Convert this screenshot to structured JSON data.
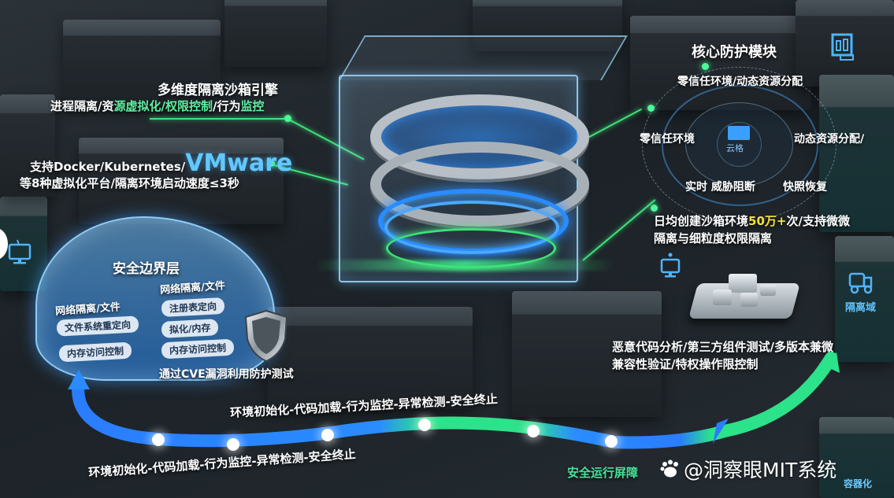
{
  "engine": {
    "title": "多维度隔离沙箱引擎",
    "subtitle_prefix": "进程隔离/资",
    "subtitle_highlight": "源虚拟化/权限控制",
    "subtitle_mid": "/行为",
    "subtitle_highlight2": "监控"
  },
  "platforms": {
    "line1_prefix": "支持Docker/Kubernetes/",
    "line1_brand": "VMware",
    "line2": "等8种虚拟化平台/隔离环境启动速度≤3秒"
  },
  "core_module": {
    "title": "核心防护模块",
    "top": "零信任环境/动态资源分配",
    "left": "零信任环境",
    "right": "动态资源分配/",
    "bottom_left": "实时 威胁阻断",
    "bottom_right": "快照恢复",
    "center_label": "云格"
  },
  "daily_stats": {
    "prefix": "日均创建沙箱环境",
    "highlight": "50万+",
    "suffix": "次/支持微微",
    "line2": "隔离与细粒度权限隔离"
  },
  "security_boundary": {
    "title": "安全边界层",
    "left_heading": "网络隔离/文件",
    "left_items": [
      "文件系统重定向",
      "内存访问控制"
    ],
    "right_heading": "网络隔离/文件",
    "right_items": [
      "注册表定向",
      "拟化/内存",
      "内存访问控制"
    ],
    "cve_note": "通过CVE漏洞利用防护测试"
  },
  "analysis": {
    "line1": "恶意代码分析/第三方组件测试/多版本兼微",
    "line2": "兼容性验证/特权操作限控制"
  },
  "lifecycle": {
    "upper": "环境初始化-代码加载-行为监控-异常检测-安全终止",
    "lower": "环境初始化-代码加载-行为监控-异常检测-安全终止",
    "barrier_label": "安全运行屏障"
  },
  "side_labels": {
    "isolation_domain": "隔离域",
    "containerization": "容器化"
  },
  "watermark": "@洞察眼MIT系统",
  "colors": {
    "accent_green": "#3ee27b",
    "accent_blue": "#2f8cff",
    "highlight_yellow": "#f5e23a",
    "background": "#1f252a"
  }
}
